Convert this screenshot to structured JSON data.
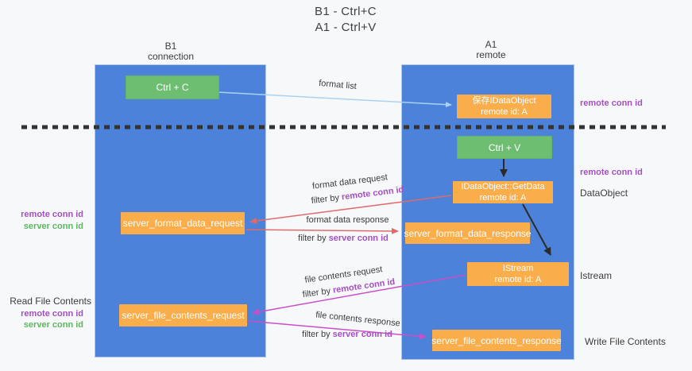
{
  "title": {
    "line1": "B1 - Ctrl+C",
    "line2": "A1 - Ctrl+V"
  },
  "lane_headers": {
    "left_line1": "B1",
    "left_line2": "connection",
    "right_line1": "A1",
    "right_line2": "remote"
  },
  "nodes": {
    "ctrl_c": "Ctrl + C",
    "ctrl_v": "Ctrl + V",
    "saved_dataobject": {
      "line1": "保存IDataObject",
      "line2": "remote id: A"
    },
    "getdata": {
      "line1": "IDataObject::GetData",
      "line2": "remote id: A"
    },
    "istream": {
      "line1": "IStream",
      "line2": "remote id: A"
    },
    "server_format_data_request": "server_format_data_request",
    "server_format_data_response": "server_format_data_response",
    "server_file_contents_request": "server_file_contents_request",
    "server_file_contents_response": "server_file_contents_response"
  },
  "left_labels": {
    "format_remote_conn_id": "remote conn id",
    "format_server_conn_id": "server conn id",
    "read_file_contents": "Read File Contents",
    "file_remote_conn_id": "remote conn id",
    "file_server_conn_id": "server conn id"
  },
  "right_labels": {
    "remote_conn_id_top": "remote conn id",
    "remote_conn_id_mid": "remote conn id",
    "dataobject": "DataObject",
    "istream": "Istream",
    "write_file_contents": "Write File Contents"
  },
  "arrow_labels": {
    "format_list": "format list",
    "format_data_request": "format data request",
    "format_data_response": "format data response",
    "file_contents_request": "file contents request",
    "file_contents_response": "file contents response",
    "filter_by": "filter by ",
    "remote_conn_id": "remote conn id",
    "server_conn_id": "server conn id"
  },
  "colors": {
    "lane_blue": "#4c82d9",
    "node_orange": "#f9ad4b",
    "node_green": "#6ebe71",
    "arrow_lightblue": "#a9d2f3",
    "arrow_red": "#e06a6a",
    "arrow_magenta": "#c94fc9",
    "arrow_black": "#2b2b2b",
    "dashed_line": "#333333",
    "label_purple": "#a44fc0",
    "label_green": "#5cb85f",
    "text_dark": "#3c3c3c"
  }
}
